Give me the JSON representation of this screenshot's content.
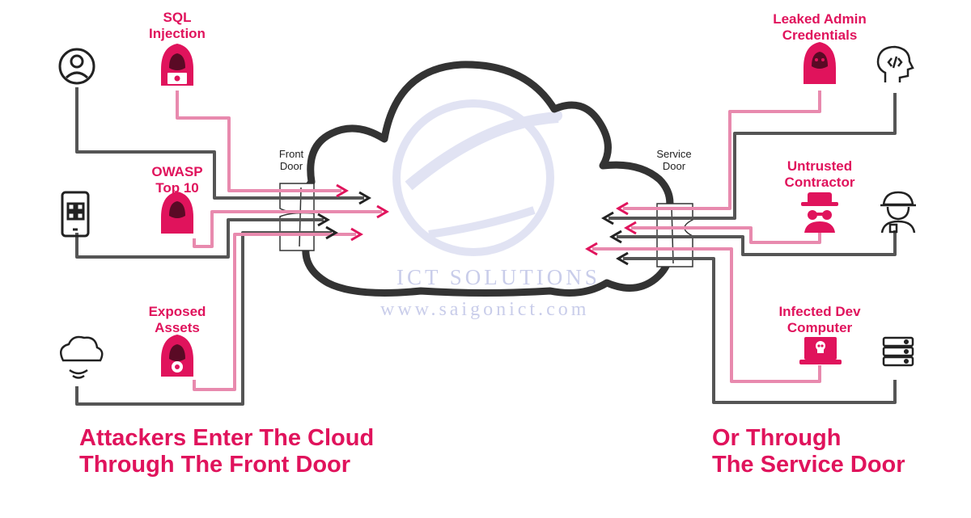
{
  "colors": {
    "accent": "#e0135c",
    "pipe_gray": "#555555",
    "cloud": "#333333",
    "watermark": "#c9cdea"
  },
  "labels": {
    "sql_injection": "SQL\nInjection",
    "owasp": "OWASP\nTop 10",
    "exposed_assets": "Exposed\nAssets",
    "front_door": "Front\nDoor",
    "service_door": "Service\nDoor",
    "leaked_admin": "Leaked Admin\nCredentials",
    "untrusted_contractor": "Untrusted\nContractor",
    "infected_dev": "Infected Dev\nComputer"
  },
  "captions": {
    "left_line1": "Attackers Enter The Cloud",
    "left_line2": "Through The Front Door",
    "right_line1": "Or Through",
    "right_line2": "The Service Door"
  },
  "watermark": {
    "brand": "ICT SOLUTIONS",
    "url": "www.saigonict.com"
  },
  "icons": {
    "user": "user-circle-icon",
    "mobile": "mobile-app-icon",
    "cloud_wifi": "cloud-signal-icon",
    "developer": "developer-head-icon",
    "worker": "worker-helmet-icon",
    "server": "server-rack-icon",
    "hacker": "hooded-hacker-icon",
    "spy": "spy-hat-icon",
    "laptop_skull": "infected-laptop-icon"
  }
}
